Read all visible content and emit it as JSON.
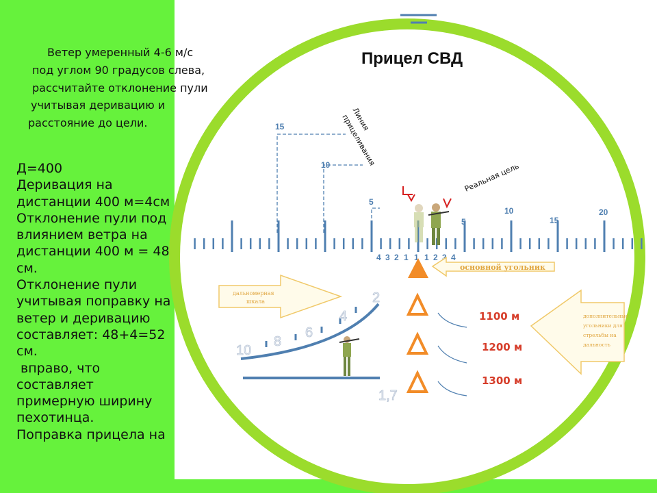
{
  "task": {
    "line1": "Ветер умеренный 4-6 м/с",
    "line2": "под углом 90 градусов слева,",
    "line3": "рассчитайте отклонение пули",
    "line4": "учитывая деривацию и",
    "line5": "расстояние до цели."
  },
  "solution": {
    "l1": "Д=400",
    "l2": "Деривация на",
    "l3": "дистанции 400 м=4см",
    "l4": "Отклонение пули под",
    "l5": "влиянием ветра на",
    "l6": "дистанции 400 м = 48",
    "l7": "см.",
    "l8": "Отклонение пули",
    "l9": "учитывая поправку на",
    "l10": "ветер и деривацию",
    "l11": "составляет: 48+4=52",
    "l12": "см.",
    "l13": " вправо, что",
    "l14": "составляет",
    "l15": "примерную ширину",
    "l16": "пехотинца.",
    "l17": "Поправка прицела на"
  },
  "scope": {
    "title": "Прицел СВД",
    "line_of_sight_1": "Линия",
    "line_of_sight_2": "прицеливания",
    "real_target": "Реальная цель",
    "main_chevron": "основной угольник",
    "left_arrow_1": "дальномерная",
    "left_arrow_2": "шкала",
    "right_arrow_1": "дополнительные",
    "right_arrow_2": "угольники для",
    "right_arrow_3": "стрельбы на",
    "right_arrow_4": "дальность",
    "scale_left": [
      "15",
      "10",
      "5"
    ],
    "scale_right": [
      "5",
      "10",
      "15",
      "20"
    ],
    "small_digits": [
      "4",
      "3",
      "2",
      "1",
      "1",
      "1",
      "2",
      "3",
      "4"
    ],
    "range_1100": "1100 м",
    "range_1200": "1200 м",
    "range_1300": "1300 м",
    "rf_2": "2",
    "rf_4": "4",
    "rf_6": "6",
    "rf_8": "8",
    "rf_10": "10",
    "rf_17": "1,7"
  },
  "colors": {
    "green": "#66f23c",
    "ring": "#9bdc2c",
    "scale_blue": "#4f7fb0",
    "orange": "#f28c28",
    "red": "#d62020"
  }
}
